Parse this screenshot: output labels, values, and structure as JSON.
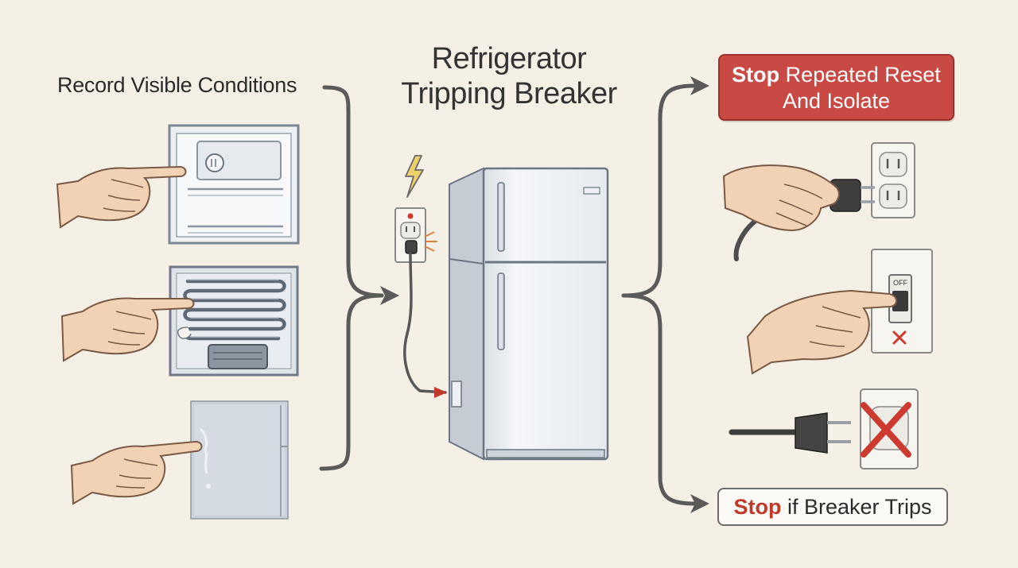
{
  "title": {
    "line1": "Refrigerator",
    "line2": "Tripping Breaker"
  },
  "left_heading": "Record Visible Conditions",
  "top_action": {
    "emphasis": "Stop",
    "rest_line1": " Repeated Reset",
    "line2": "And Isolate"
  },
  "bottom_action": {
    "emphasis": "Stop",
    "rest": " if Breaker Trips"
  },
  "switch_label": "OFF",
  "colors": {
    "background": "#f4f0e6",
    "alert_red": "#c94a44",
    "stop_text_red": "#c0392b",
    "arrow_gray": "#5a5a5a"
  }
}
